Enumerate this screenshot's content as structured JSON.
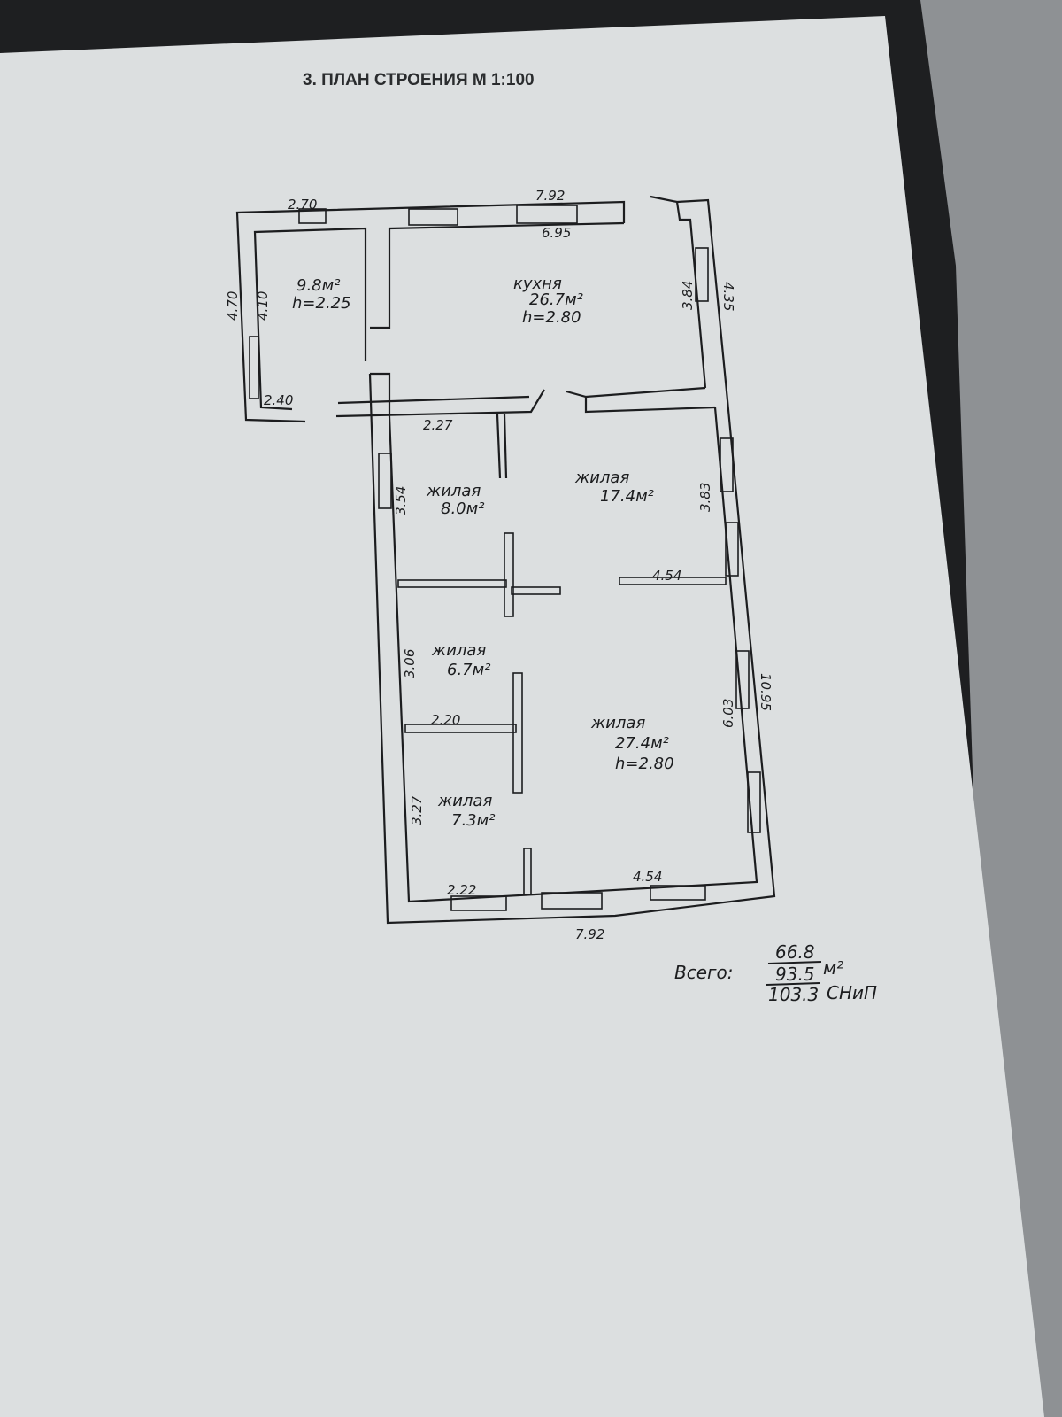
{
  "document": {
    "title": "3. ПЛАН СТРОЕНИЯ М 1:100"
  },
  "rooms": [
    {
      "name": "",
      "area": "9.8м²",
      "height": "h=2.25"
    },
    {
      "name": "кухня",
      "area": "26.7м²",
      "height": "h=2.80"
    },
    {
      "name": "жилая",
      "area": "8.0м²",
      "height": ""
    },
    {
      "name": "жилая",
      "area": "17.4м²",
      "height": ""
    },
    {
      "name": "жилая",
      "area": "6.7м²",
      "height": ""
    },
    {
      "name": "жилая",
      "area": "27.4м²",
      "height": "h=2.80"
    },
    {
      "name": "жилая",
      "area": "7.3м²",
      "height": ""
    }
  ],
  "dimensions": {
    "top_left_window": "2.70",
    "top_outer": "7.92",
    "top_inner": "6.95",
    "left_outer": "4.70",
    "left_inner": "4.10",
    "left_bottom": "2.40",
    "kitchen_right_inner": "3.84",
    "kitchen_right_outer": "4.35",
    "room8_top": "2.27",
    "room8_left": "3.54",
    "room17_right": "3.83",
    "room17_bottom": "4.54",
    "room6_left": "3.06",
    "room6_bottom": "2.20",
    "room27_right": "6.03",
    "right_outer": "10.95",
    "room7_left": "3.27",
    "room7_bottom": "2.22",
    "room27_bottom": "4.54",
    "bottom_outer": "7.92"
  },
  "totals": {
    "label": "Всего:",
    "living": "66.8",
    "total": "93.5",
    "unit": "м²",
    "snip": "103.3",
    "snip_label": "СНиП"
  }
}
